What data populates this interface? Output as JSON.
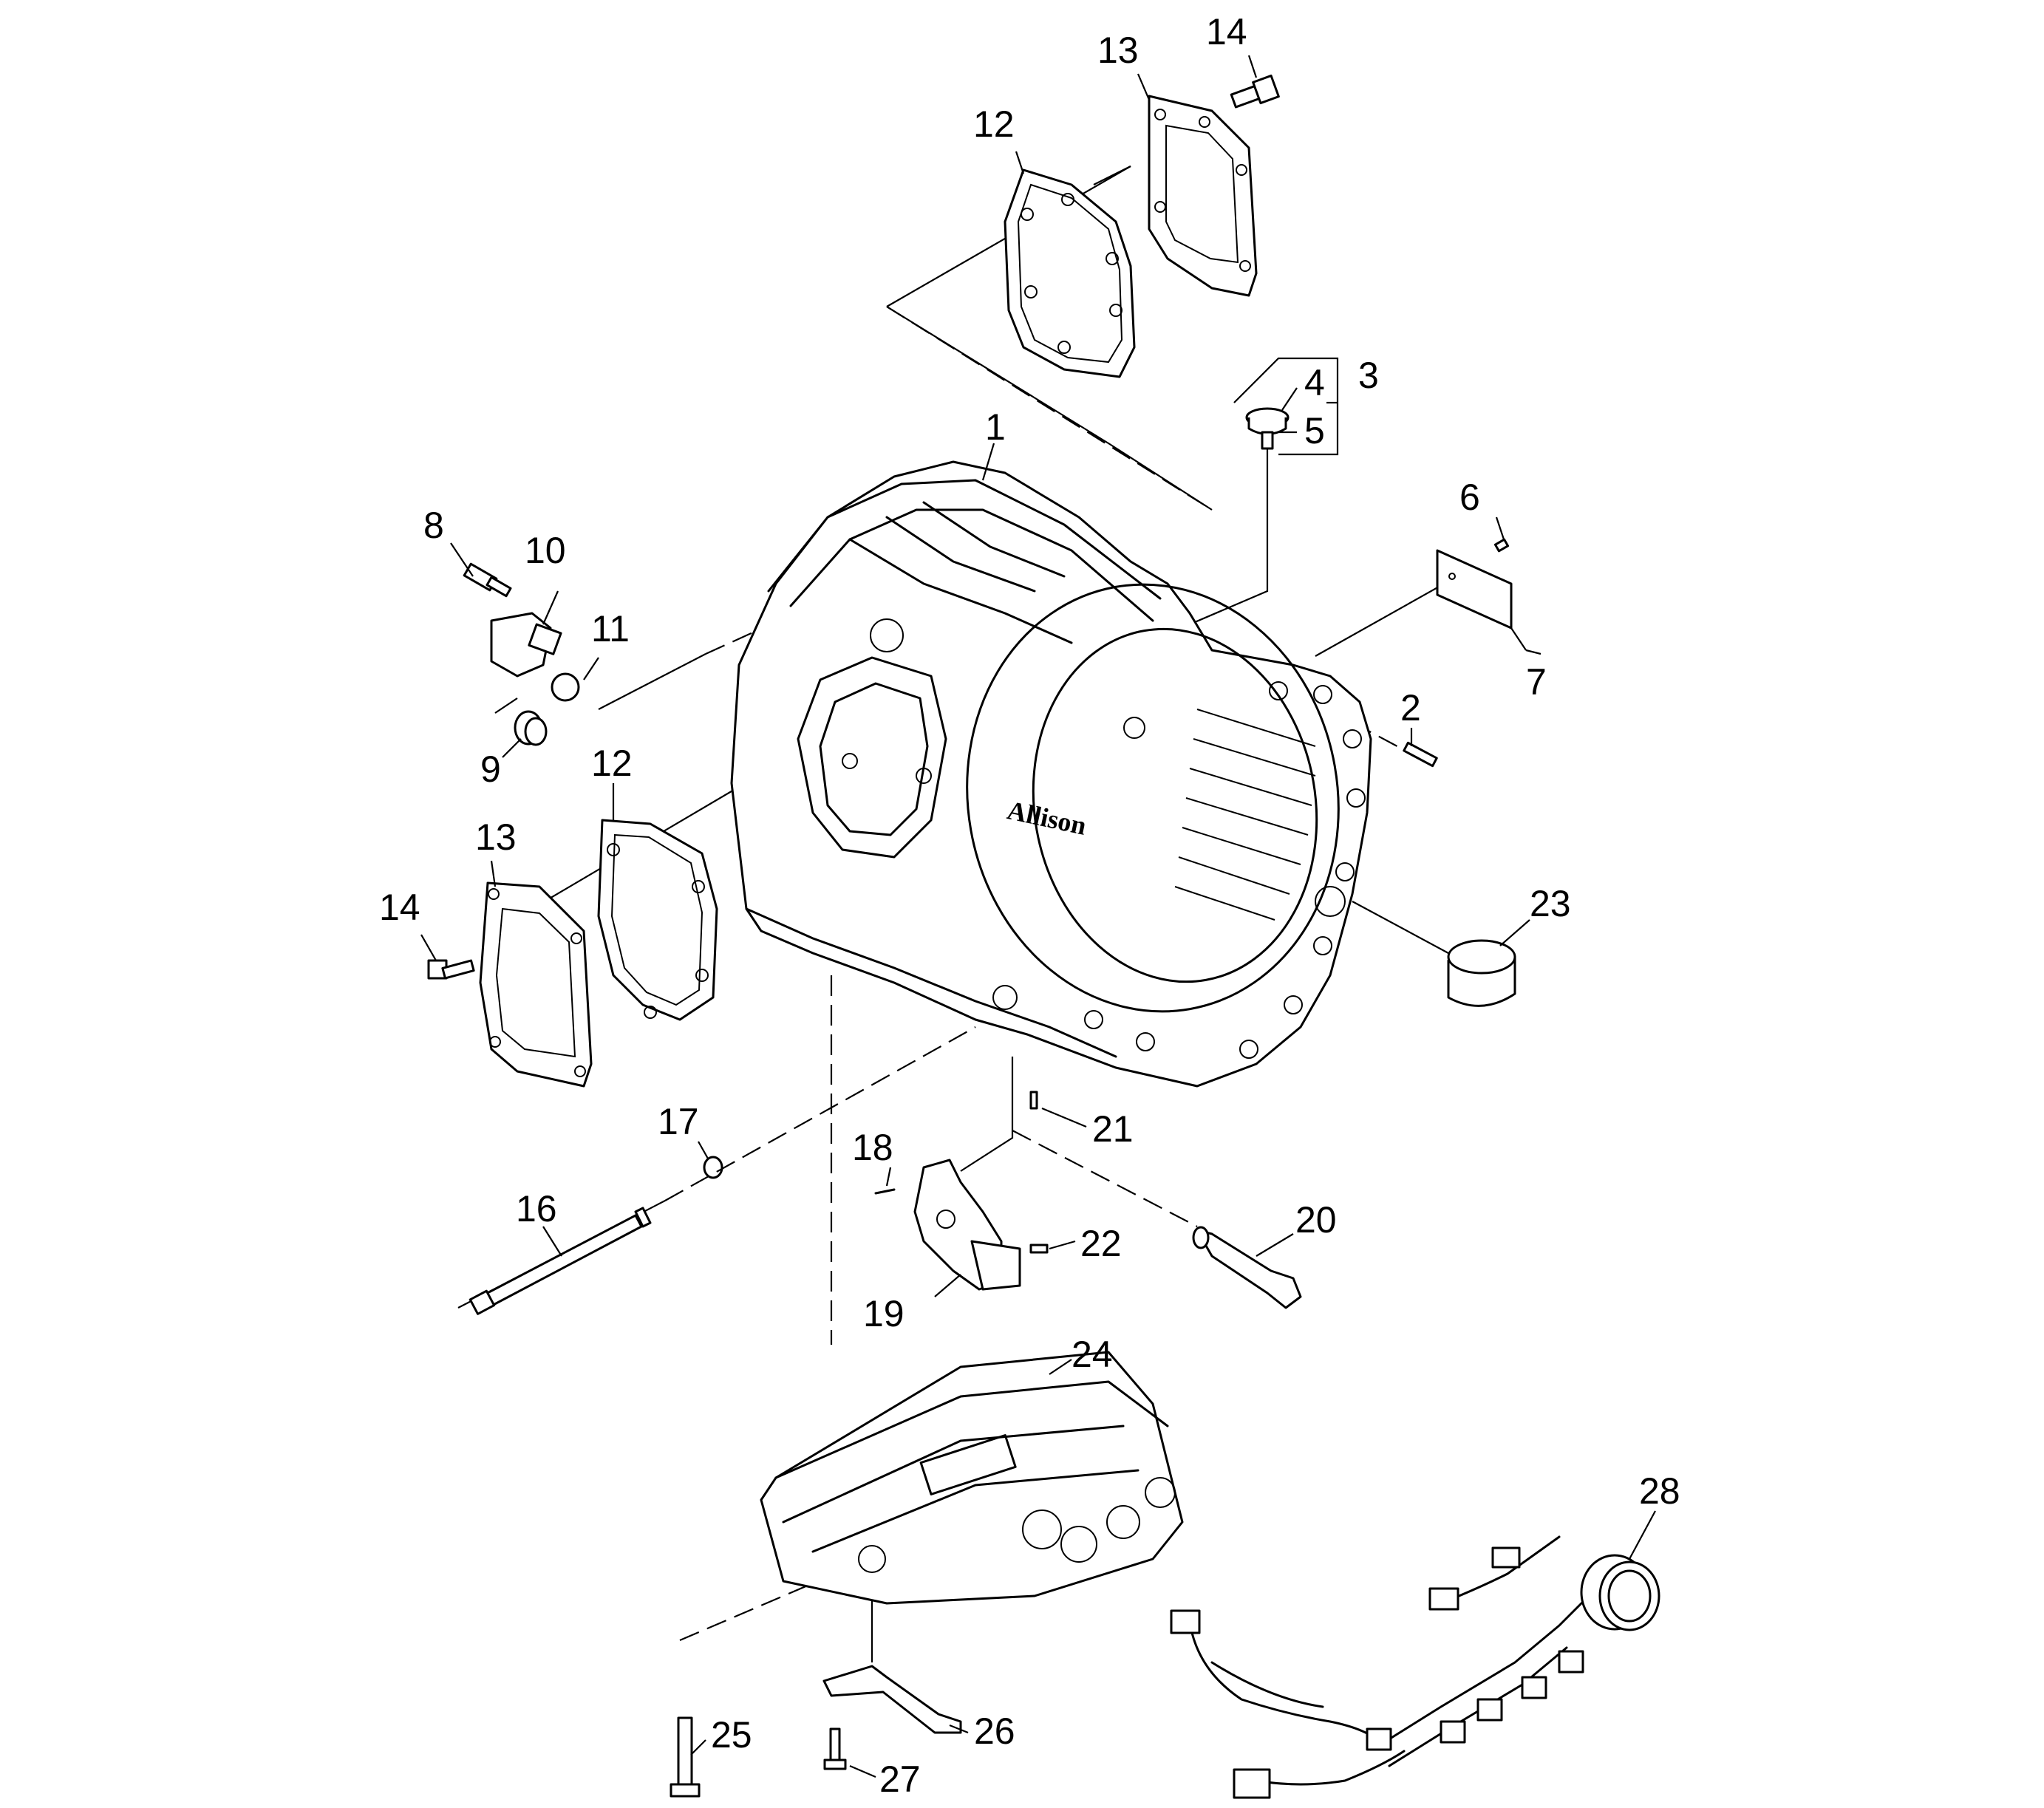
{
  "diagram": {
    "callouts": [
      {
        "id": "c1",
        "text": "1"
      },
      {
        "id": "c2",
        "text": "2"
      },
      {
        "id": "c3",
        "text": "3"
      },
      {
        "id": "c4",
        "text": "4"
      },
      {
        "id": "c5",
        "text": "5"
      },
      {
        "id": "c6",
        "text": "6"
      },
      {
        "id": "c7",
        "text": "7"
      },
      {
        "id": "c8",
        "text": "8"
      },
      {
        "id": "c9",
        "text": "9"
      },
      {
        "id": "c10",
        "text": "10"
      },
      {
        "id": "c11",
        "text": "11"
      },
      {
        "id": "c12a",
        "text": "12"
      },
      {
        "id": "c12b",
        "text": "12"
      },
      {
        "id": "c13a",
        "text": "13"
      },
      {
        "id": "c13b",
        "text": "13"
      },
      {
        "id": "c14a",
        "text": "14"
      },
      {
        "id": "c14b",
        "text": "14"
      },
      {
        "id": "c16",
        "text": "16"
      },
      {
        "id": "c17",
        "text": "17"
      },
      {
        "id": "c18",
        "text": "18"
      },
      {
        "id": "c19",
        "text": "19"
      },
      {
        "id": "c20",
        "text": "20"
      },
      {
        "id": "c21",
        "text": "21"
      },
      {
        "id": "c22",
        "text": "22"
      },
      {
        "id": "c23",
        "text": "23"
      },
      {
        "id": "c24",
        "text": "24"
      },
      {
        "id": "c25",
        "text": "25"
      },
      {
        "id": "c26",
        "text": "26"
      },
      {
        "id": "c27",
        "text": "27"
      },
      {
        "id": "c28",
        "text": "28"
      }
    ],
    "housing_logo_text": "Allison"
  }
}
